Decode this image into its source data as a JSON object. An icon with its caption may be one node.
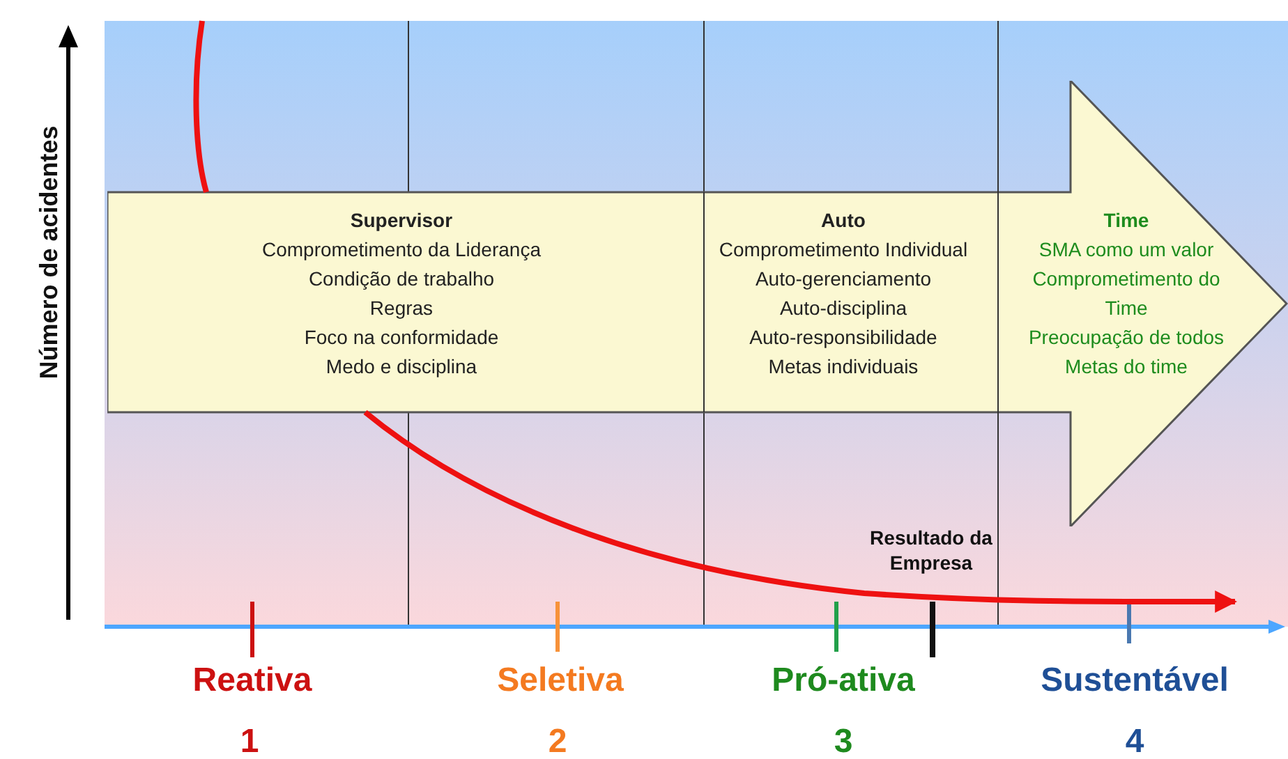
{
  "diagram": {
    "nodes": [
      {
        "text": [],
        "shape": "arrow"
      },
      {
        "text": [
          "Supervisor",
          "Comprometimento da Liderança",
          "Condição de trabalho",
          "Regras",
          "Foco na conformidade",
          "Medo e disciplina"
        ],
        "in": 0
      },
      {
        "text": [
          "Auto",
          "Comprometimento Individual",
          "Auto-gerenciamento",
          "Auto-disciplina",
          "Auto-responsibilidade",
          "Metas individuais"
        ],
        "in": 0
      },
      {
        "text": [
          "Time",
          "SMA como um valor",
          "Comprometimento do Time",
          "Preocupação de todos",
          "Metas do time"
        ],
        "in": 0
      }
    ],
    "labels": [
      "Número de acidentes",
      "Resultado da Empresa",
      "Reativa",
      "Seletiva",
      "Pró-ativa",
      "Sustentável",
      "1",
      "2",
      "3",
      "4"
    ]
  }
}
